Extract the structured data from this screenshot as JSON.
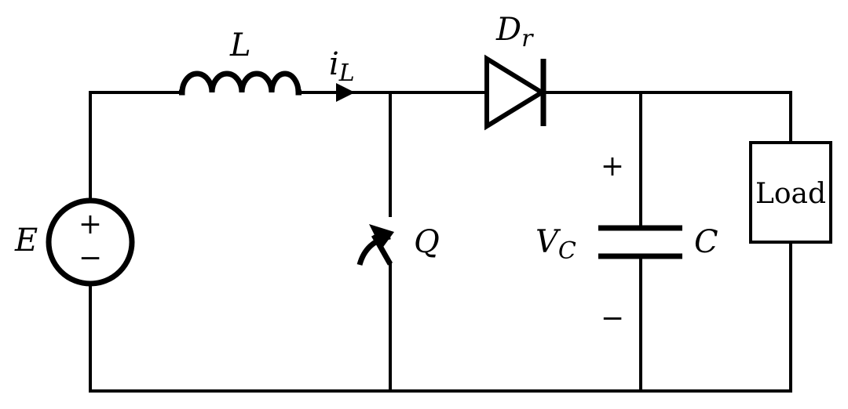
{
  "labels": {
    "inductor": "L",
    "current": "i",
    "current_sub": "L",
    "diode": "D",
    "diode_sub": "r",
    "source": "E",
    "switch": "Q",
    "cap_voltage": "V",
    "cap_voltage_sub": "C",
    "capacitor": "C",
    "load": "Load"
  },
  "symbols": {
    "plus": "+",
    "minus": "−",
    "cap_plus": "+",
    "cap_minus": "−"
  }
}
